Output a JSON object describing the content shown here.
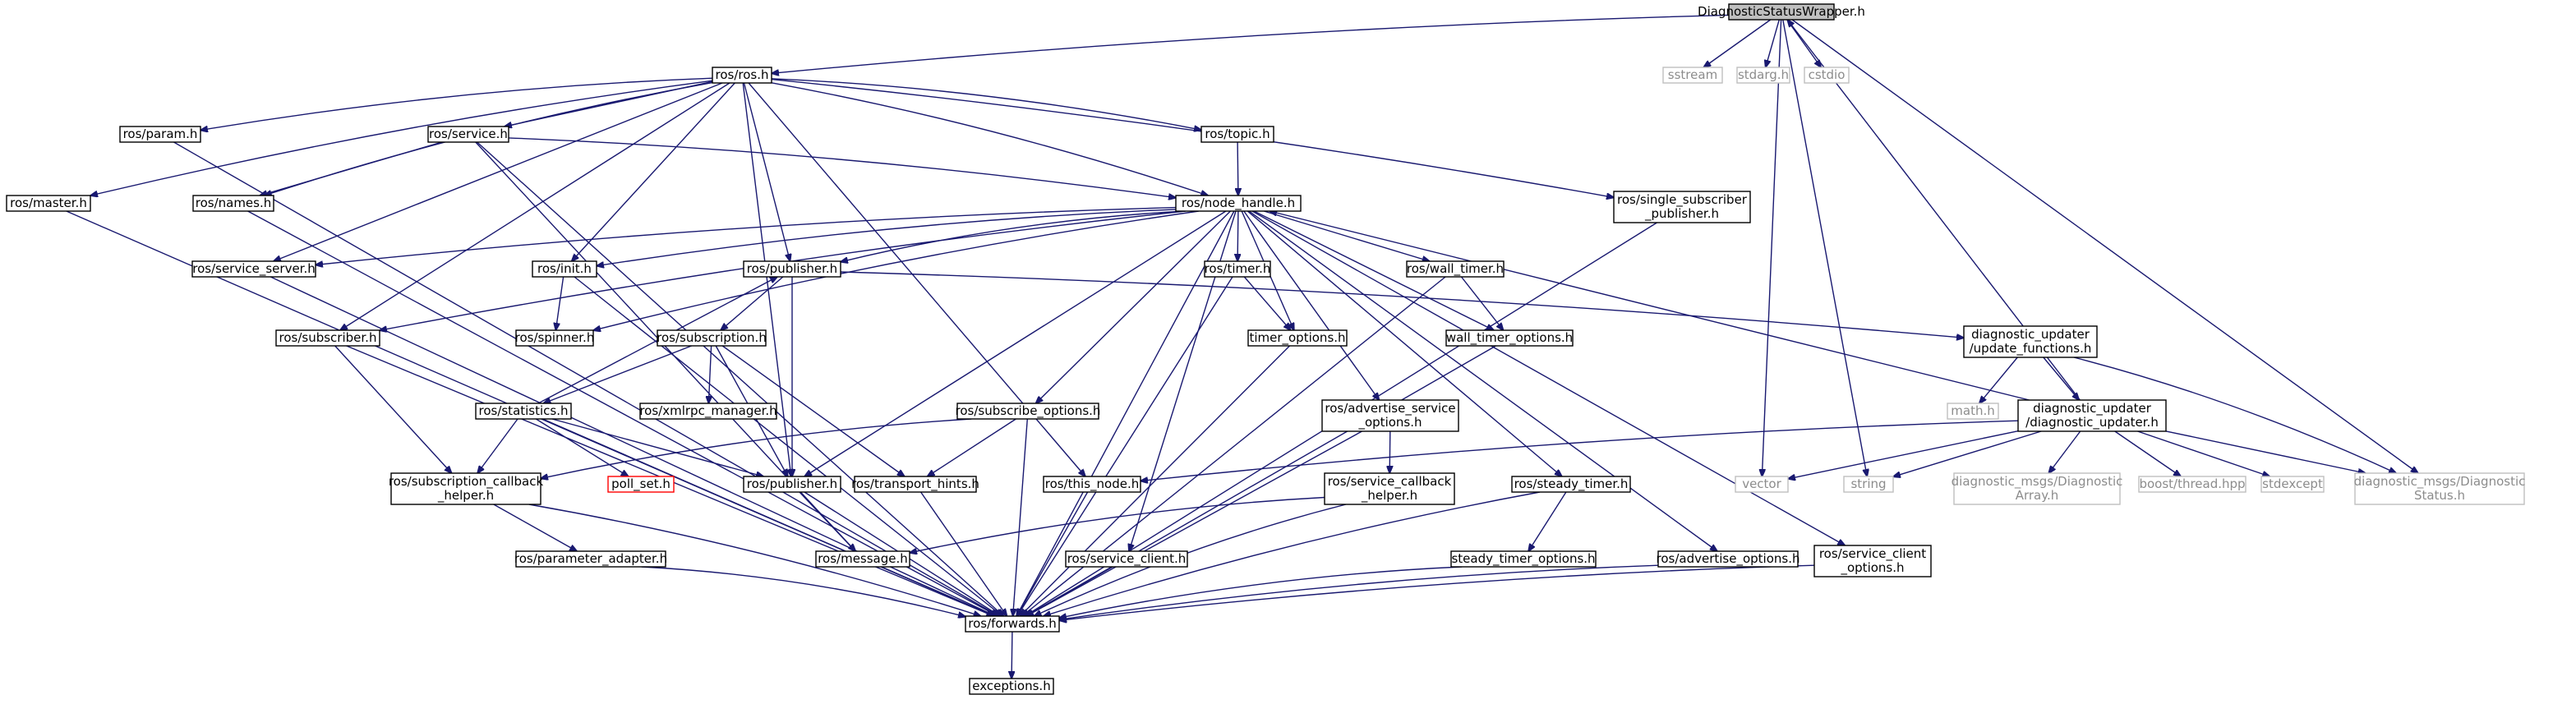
{
  "graph": {
    "nodes": [
      {
        "id": "root",
        "lines": [
          "DiagnosticStatusWrapper.h"
        ],
        "kind": "root"
      },
      {
        "id": "ros_h",
        "lines": [
          "ros/ros.h"
        ],
        "kind": "doc"
      },
      {
        "id": "sstream",
        "lines": [
          "sstream"
        ],
        "kind": "ext"
      },
      {
        "id": "stdarg",
        "lines": [
          "stdarg.h"
        ],
        "kind": "ext"
      },
      {
        "id": "cstdio",
        "lines": [
          "cstdio"
        ],
        "kind": "ext"
      },
      {
        "id": "param",
        "lines": [
          "ros/param.h"
        ],
        "kind": "doc"
      },
      {
        "id": "service",
        "lines": [
          "ros/service.h"
        ],
        "kind": "doc"
      },
      {
        "id": "topic",
        "lines": [
          "ros/topic.h"
        ],
        "kind": "doc"
      },
      {
        "id": "single_sub",
        "lines": [
          "ros/single_subscriber",
          "_publisher.h"
        ],
        "kind": "doc"
      },
      {
        "id": "master",
        "lines": [
          "ros/master.h"
        ],
        "kind": "doc"
      },
      {
        "id": "names",
        "lines": [
          "ros/names.h"
        ],
        "kind": "doc"
      },
      {
        "id": "node_handle",
        "lines": [
          "ros/node_handle.h"
        ],
        "kind": "doc"
      },
      {
        "id": "service_server",
        "lines": [
          "ros/service_server.h"
        ],
        "kind": "doc"
      },
      {
        "id": "init",
        "lines": [
          "ros/init.h"
        ],
        "kind": "doc"
      },
      {
        "id": "publisher_h",
        "lines": [
          "ros/publisher.h"
        ],
        "kind": "doc"
      },
      {
        "id": "timer",
        "lines": [
          "ros/timer.h"
        ],
        "kind": "doc"
      },
      {
        "id": "wall_timer",
        "lines": [
          "ros/wall_timer.h"
        ],
        "kind": "doc"
      },
      {
        "id": "subscriber",
        "lines": [
          "ros/subscriber.h"
        ],
        "kind": "doc"
      },
      {
        "id": "spinner",
        "lines": [
          "ros/spinner.h"
        ],
        "kind": "doc"
      },
      {
        "id": "subscription",
        "lines": [
          "ros/subscription.h"
        ],
        "kind": "doc"
      },
      {
        "id": "timer_options",
        "lines": [
          "timer_options.h"
        ],
        "kind": "doc"
      },
      {
        "id": "wall_timer_options",
        "lines": [
          "wall_timer_options.h"
        ],
        "kind": "doc"
      },
      {
        "id": "update_functions",
        "lines": [
          "diagnostic_updater",
          "/update_functions.h"
        ],
        "kind": "doc"
      },
      {
        "id": "statistics",
        "lines": [
          "ros/statistics.h"
        ],
        "kind": "doc"
      },
      {
        "id": "xmlrpc",
        "lines": [
          "ros/xmlrpc_manager.h"
        ],
        "kind": "doc"
      },
      {
        "id": "subscribe_options",
        "lines": [
          "ros/subscribe_options.h"
        ],
        "kind": "doc"
      },
      {
        "id": "advertise_service",
        "lines": [
          "ros/advertise_service",
          "_options.h"
        ],
        "kind": "doc"
      },
      {
        "id": "math",
        "lines": [
          "math.h"
        ],
        "kind": "ext"
      },
      {
        "id": "diag_updater",
        "lines": [
          "diagnostic_updater",
          "/diagnostic_updater.h"
        ],
        "kind": "doc"
      },
      {
        "id": "sub_callback",
        "lines": [
          "ros/subscription_callback",
          "_helper.h"
        ],
        "kind": "doc"
      },
      {
        "id": "poll_set",
        "lines": [
          "poll_set.h"
        ],
        "kind": "missing"
      },
      {
        "id": "publisher2",
        "lines": [
          "ros/publisher.h"
        ],
        "kind": "doc"
      },
      {
        "id": "transport_hints",
        "lines": [
          "ros/transport_hints.h"
        ],
        "kind": "doc"
      },
      {
        "id": "this_node",
        "lines": [
          "ros/this_node.h"
        ],
        "kind": "doc"
      },
      {
        "id": "service_callback",
        "lines": [
          "ros/service_callback",
          "_helper.h"
        ],
        "kind": "doc"
      },
      {
        "id": "steady_timer",
        "lines": [
          "ros/steady_timer.h"
        ],
        "kind": "doc"
      },
      {
        "id": "vector",
        "lines": [
          "vector"
        ],
        "kind": "ext"
      },
      {
        "id": "string",
        "lines": [
          "string"
        ],
        "kind": "ext"
      },
      {
        "id": "diag_array",
        "lines": [
          "diagnostic_msgs/Diagnostic",
          "Array.h"
        ],
        "kind": "ext"
      },
      {
        "id": "boost_thread",
        "lines": [
          "boost/thread.hpp"
        ],
        "kind": "ext"
      },
      {
        "id": "stdexcept",
        "lines": [
          "stdexcept"
        ],
        "kind": "ext"
      },
      {
        "id": "diag_status",
        "lines": [
          "diagnostic_msgs/Diagnostic",
          "Status.h"
        ],
        "kind": "ext"
      },
      {
        "id": "param_adapter",
        "lines": [
          "ros/parameter_adapter.h"
        ],
        "kind": "doc"
      },
      {
        "id": "message",
        "lines": [
          "ros/message.h"
        ],
        "kind": "doc"
      },
      {
        "id": "service_client",
        "lines": [
          "ros/service_client.h"
        ],
        "kind": "doc"
      },
      {
        "id": "steady_timer_options",
        "lines": [
          "steady_timer_options.h"
        ],
        "kind": "doc"
      },
      {
        "id": "advertise_options",
        "lines": [
          "ros/advertise_options.h"
        ],
        "kind": "doc"
      },
      {
        "id": "service_client_options",
        "lines": [
          "ros/service_client",
          "_options.h"
        ],
        "kind": "doc"
      },
      {
        "id": "forwards",
        "lines": [
          "ros/forwards.h"
        ],
        "kind": "doc"
      },
      {
        "id": "exceptions",
        "lines": [
          "exceptions.h"
        ],
        "kind": "doc"
      }
    ],
    "edges": [
      [
        "root",
        "ros_h"
      ],
      [
        "root",
        "sstream"
      ],
      [
        "root",
        "stdarg"
      ],
      [
        "root",
        "cstdio"
      ],
      [
        "root",
        "string"
      ],
      [
        "root",
        "vector"
      ],
      [
        "root",
        "diag_status"
      ],
      [
        "ros_h",
        "param"
      ],
      [
        "ros_h",
        "service"
      ],
      [
        "ros_h",
        "topic"
      ],
      [
        "ros_h",
        "single_sub"
      ],
      [
        "ros_h",
        "master"
      ],
      [
        "ros_h",
        "names"
      ],
      [
        "ros_h",
        "node_handle"
      ],
      [
        "ros_h",
        "service_server"
      ],
      [
        "ros_h",
        "init"
      ],
      [
        "ros_h",
        "publisher_h"
      ],
      [
        "ros_h",
        "subscriber"
      ],
      [
        "ros_h",
        "publisher2"
      ],
      [
        "ros_h",
        "this_node"
      ],
      [
        "param",
        "forwards"
      ],
      [
        "master",
        "forwards"
      ],
      [
        "names",
        "forwards"
      ],
      [
        "service",
        "names"
      ],
      [
        "service",
        "node_handle"
      ],
      [
        "service",
        "forwards"
      ],
      [
        "service",
        "message"
      ],
      [
        "topic",
        "node_handle"
      ],
      [
        "single_sub",
        "forwards"
      ],
      [
        "node_handle",
        "service_server"
      ],
      [
        "node_handle",
        "init"
      ],
      [
        "node_handle",
        "publisher_h"
      ],
      [
        "node_handle",
        "subscriber"
      ],
      [
        "node_handle",
        "spinner"
      ],
      [
        "node_handle",
        "timer"
      ],
      [
        "node_handle",
        "wall_timer"
      ],
      [
        "node_handle",
        "timer_options"
      ],
      [
        "node_handle",
        "wall_timer_options"
      ],
      [
        "node_handle",
        "subscribe_options"
      ],
      [
        "node_handle",
        "advertise_service"
      ],
      [
        "node_handle",
        "steady_timer"
      ],
      [
        "node_handle",
        "service_client"
      ],
      [
        "node_handle",
        "advertise_options"
      ],
      [
        "node_handle",
        "service_client_options"
      ],
      [
        "node_handle",
        "publisher2"
      ],
      [
        "node_handle",
        "forwards"
      ],
      [
        "service_server",
        "forwards"
      ],
      [
        "init",
        "spinner"
      ],
      [
        "init",
        "forwards"
      ],
      [
        "publisher_h",
        "subscription"
      ],
      [
        "publisher_h",
        "publisher2"
      ],
      [
        "publisher_h",
        "update_functions"
      ],
      [
        "subscriber",
        "sub_callback"
      ],
      [
        "subscriber",
        "forwards"
      ],
      [
        "subscription",
        "statistics"
      ],
      [
        "subscription",
        "xmlrpc"
      ],
      [
        "subscription",
        "transport_hints"
      ],
      [
        "subscription",
        "publisher2"
      ],
      [
        "statistics",
        "sub_callback"
      ],
      [
        "statistics",
        "poll_set"
      ],
      [
        "statistics",
        "publisher2"
      ],
      [
        "statistics",
        "forwards"
      ],
      [
        "statistics",
        "publisher_h"
      ],
      [
        "timer",
        "timer_options"
      ],
      [
        "timer",
        "forwards"
      ],
      [
        "wall_timer",
        "wall_timer_options"
      ],
      [
        "wall_timer",
        "forwards"
      ],
      [
        "timer_options",
        "forwards"
      ],
      [
        "wall_timer_options",
        "forwards"
      ],
      [
        "subscribe_options",
        "sub_callback"
      ],
      [
        "subscribe_options",
        "transport_hints"
      ],
      [
        "subscribe_options",
        "forwards"
      ],
      [
        "advertise_service",
        "service_callback"
      ],
      [
        "advertise_service",
        "forwards"
      ],
      [
        "update_functions",
        "diag_updater"
      ],
      [
        "update_functions",
        "math"
      ],
      [
        "update_functions",
        "diag_status"
      ],
      [
        "diag_updater",
        "node_handle"
      ],
      [
        "diag_updater",
        "root"
      ],
      [
        "diag_updater",
        "this_node"
      ],
      [
        "diag_updater",
        "vector"
      ],
      [
        "diag_updater",
        "string"
      ],
      [
        "diag_updater",
        "diag_array"
      ],
      [
        "diag_updater",
        "boost_thread"
      ],
      [
        "diag_updater",
        "stdexcept"
      ],
      [
        "diag_updater",
        "diag_status"
      ],
      [
        "sub_callback",
        "param_adapter"
      ],
      [
        "sub_callback",
        "forwards"
      ],
      [
        "param_adapter",
        "forwards"
      ],
      [
        "publisher2",
        "message"
      ],
      [
        "publisher2",
        "forwards"
      ],
      [
        "transport_hints",
        "forwards"
      ],
      [
        "this_node",
        "forwards"
      ],
      [
        "service_callback",
        "message"
      ],
      [
        "service_callback",
        "forwards"
      ],
      [
        "steady_timer",
        "steady_timer_options"
      ],
      [
        "steady_timer",
        "forwards"
      ],
      [
        "steady_timer_options",
        "forwards"
      ],
      [
        "service_client",
        "forwards"
      ],
      [
        "advertise_options",
        "forwards"
      ],
      [
        "service_client_options",
        "forwards"
      ],
      [
        "message",
        "forwards"
      ],
      [
        "forwards",
        "exceptions"
      ]
    ]
  }
}
